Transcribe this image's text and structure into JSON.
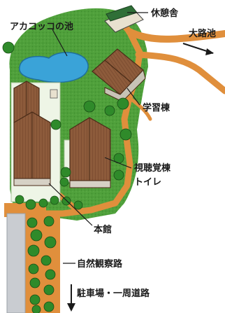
{
  "labels": {
    "rest_house": "休憩舎",
    "pond": "アカコッコの池",
    "to_pond": "大路池",
    "study_hall": "学習棟",
    "av_hall": "視聴覚棟",
    "toilet": "トイレ",
    "main_hall": "本館",
    "nature_trail": "自然観察路",
    "to_parking": "駐車場・一周道路"
  },
  "colors": {
    "grass": "#4e9e3a",
    "path": "#e08f3c",
    "roof": "#8b5a3a",
    "tree": "#2f8a2a",
    "pond": "#3aa3d8",
    "road": "#c9ccd1",
    "lawn_light": "#eef5e6"
  }
}
